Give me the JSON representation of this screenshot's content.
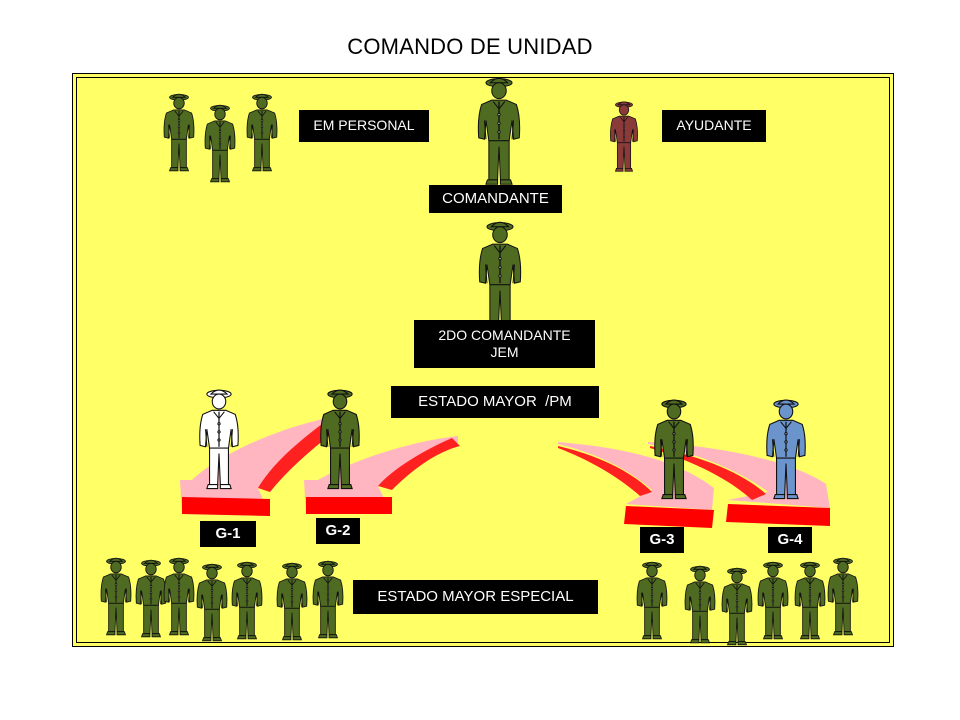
{
  "title": "COMANDO DE UNIDAD",
  "labels": {
    "em_personal": "EM PERSONAL",
    "ayudante": "AYUDANTE",
    "comandante": "COMANDANTE",
    "segundo_line1": "2DO COMANDANTE",
    "segundo_line2": "JEM",
    "estado_mayor": "ESTADO MAYOR  /PM",
    "g1": "G-1",
    "g2": "G-2",
    "g3": "G-3",
    "g4": "G-4",
    "estado_mayor_especial": "ESTADO MAYOR ESPECIAL"
  },
  "colors": {
    "panel": "#ffff66",
    "olive_uniform": "#4f6b22",
    "red_uniform": "#8b3a3a",
    "white_uniform": "#ffffff",
    "blue_uniform": "#6b93cc",
    "arrow_red": "#ff0000",
    "arrow_pink": "#ffb6c1"
  },
  "icons": [
    "soldier-figure-icon",
    "curved-arrow-icon"
  ]
}
